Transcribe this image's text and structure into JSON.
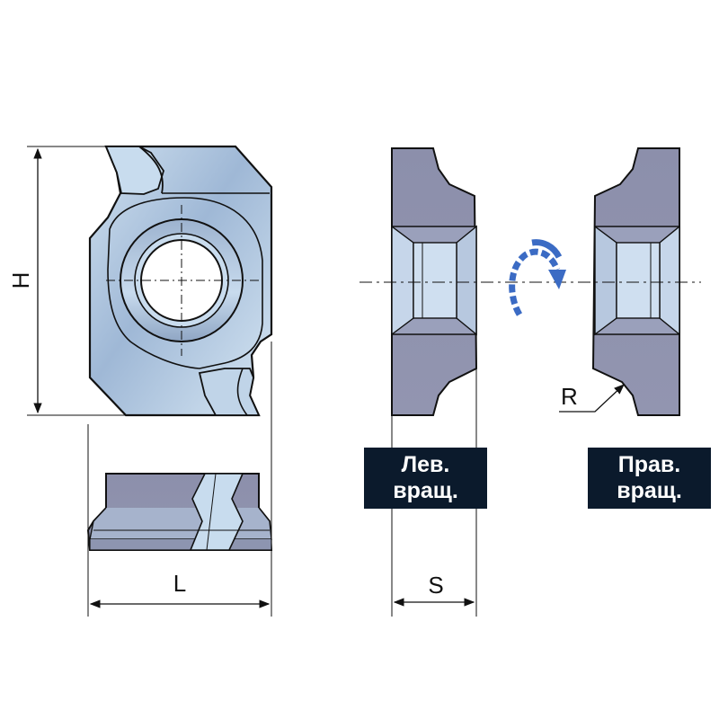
{
  "dimensions": {
    "height_label": "H",
    "length_label": "L",
    "thickness_label": "S",
    "radius_label": "R"
  },
  "rotation_labels": {
    "left": {
      "line1": "Лев.",
      "line2": "вращ."
    },
    "right": {
      "line1": "Прав.",
      "line2": "вращ."
    }
  },
  "colors": {
    "metal_face": "#8a8ea8",
    "metal_highlight": "#cfe0f0",
    "outline": "#111111",
    "label_box": "#0b1a2c",
    "rotation_arrow": "#3b6bc4"
  },
  "icons": {
    "rotation": "curved-rotation-arrow-icon"
  }
}
